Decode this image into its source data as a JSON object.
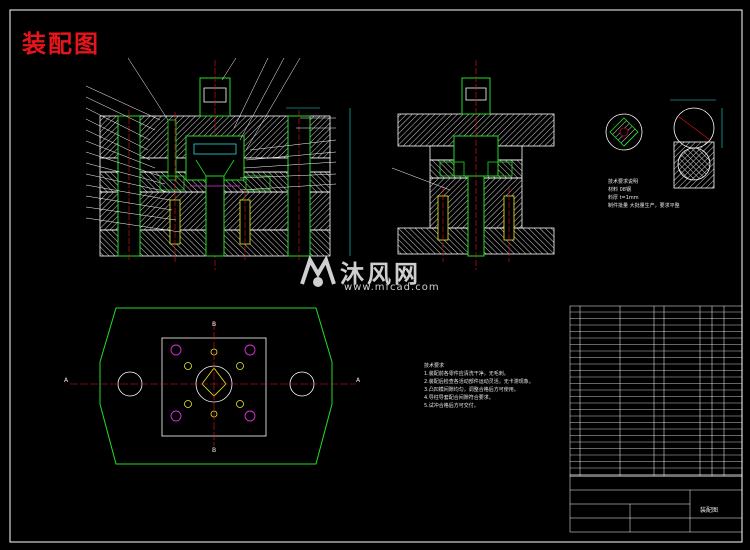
{
  "title": "装配图",
  "watermark": {
    "brand_text": "沐风网",
    "url": "www.mfcad.com"
  },
  "tech_requirements": [
    "技术要求",
    "1.装配前各零件应清洗干净，无毛刺。",
    "2.装配后检查各活动部件运动灵活，无卡滞现象。",
    "3.凸凹模间隙均匀，调整合格后方可使用。",
    "4.导柱导套配合间隙符合要求。",
    "5.试冲合格后方可交付。"
  ],
  "side_notes": [
    "技术要求说明",
    "材料 08钢",
    "料厚 t=1mm",
    "制件批量 大批量生产，要求平整"
  ],
  "title_block": {
    "drawing_name": "装配图"
  },
  "section_labels": [
    "A",
    "A",
    "B",
    "B"
  ],
  "colors": {
    "background": "#000000",
    "outline": "#ffffff",
    "green": "#22dd22",
    "cyan": "#22dddd",
    "yellow": "#eeee22",
    "magenta": "#dd33dd",
    "red": "#e8141b",
    "hatch": "#ffffff"
  }
}
